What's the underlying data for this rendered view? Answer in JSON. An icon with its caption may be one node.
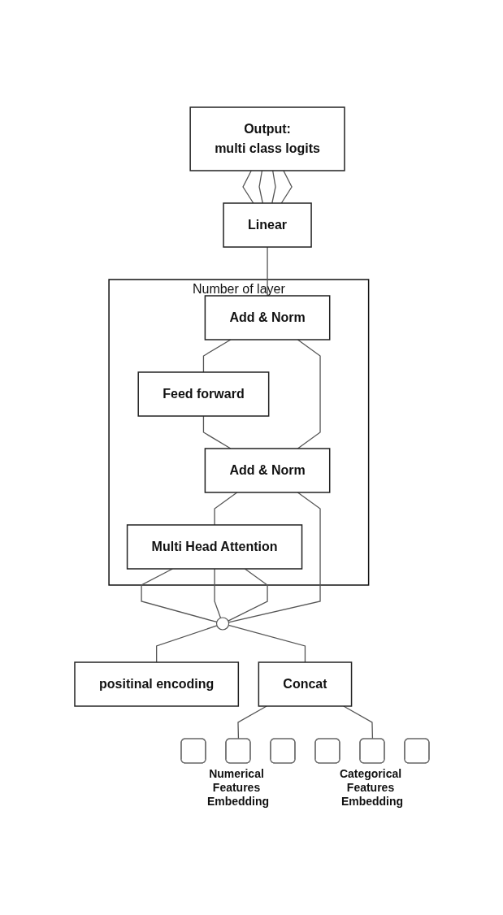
{
  "diagram": {
    "nodes": [
      {
        "text": [
          "Output:",
          "multi class logits"
        ]
      },
      {
        "text": [
          "Linear"
        ]
      },
      {
        "text": [
          "Number of layer"
        ]
      },
      {
        "text": [
          "Add & Norm"
        ],
        "in": 2
      },
      {
        "text": [
          "Feed forward"
        ],
        "in": 2
      },
      {
        "text": [
          "Add & Norm"
        ],
        "in": 2
      },
      {
        "text": [
          "Multi Head Attention"
        ],
        "in": 2
      },
      {
        "text": [],
        "shape": "circle"
      },
      {
        "text": [
          "positinal encoding"
        ]
      },
      {
        "text": [
          "Concat"
        ]
      },
      {
        "text": [],
        "shape": "bar"
      },
      {
        "text": [],
        "shape": "bar",
        "beside": [
          "Numerical Features Embedding"
        ]
      },
      {
        "text": [],
        "shape": "bar"
      },
      {
        "text": [],
        "shape": "bar"
      },
      {
        "text": [],
        "shape": "bar",
        "beside": [
          "Categorical Features Embedding"
        ]
      },
      {
        "text": [],
        "shape": "bar"
      }
    ],
    "edges": [
      {
        "from": 1,
        "to": 0,
        "arrow": "none"
      },
      {
        "from": 1,
        "to": 0,
        "arrow": "none"
      },
      {
        "from": 1,
        "to": 0,
        "arrow": "none"
      },
      {
        "from": 1,
        "to": 0,
        "arrow": "none"
      },
      {
        "from": 3,
        "to": 1,
        "arrow": "none"
      },
      {
        "from": 4,
        "to": 3,
        "arrow": "none"
      },
      {
        "from": 5,
        "to": 4,
        "arrow": "none"
      },
      {
        "from": 5,
        "to": 3,
        "arrow": "none"
      },
      {
        "from": 6,
        "to": 5,
        "arrow": "none"
      },
      {
        "from": 7,
        "to": 6,
        "arrow": "none"
      },
      {
        "from": 7,
        "to": 6,
        "arrow": "none"
      },
      {
        "from": 7,
        "to": 6,
        "arrow": "none"
      },
      {
        "from": 7,
        "to": 5,
        "arrow": "none"
      },
      {
        "from": 8,
        "to": 7,
        "arrow": "none"
      },
      {
        "from": 9,
        "to": 7,
        "arrow": "none"
      },
      {
        "from": 11,
        "to": 9,
        "arrow": "none"
      },
      {
        "from": 14,
        "to": 9,
        "arrow": "none"
      }
    ]
  }
}
